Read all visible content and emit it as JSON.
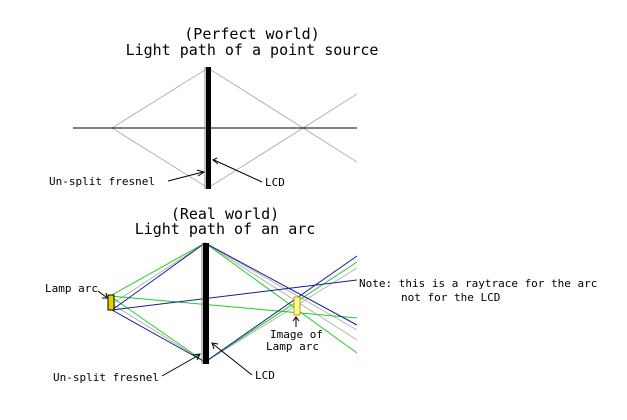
{
  "top_diagram": {
    "title_line1": "(Perfect world)",
    "title_line2": "Light path of a point source",
    "label_fresnel": "Un-split fresnel",
    "label_lcd": "LCD"
  },
  "bottom_diagram": {
    "title_line1": "(Real world)",
    "title_line2": "Light path of an arc",
    "label_lamp_arc": "Lamp arc",
    "label_image_line1": "Image of",
    "label_image_line2": "Lamp arc",
    "label_fresnel": "Un-split fresnel",
    "label_lcd": "LCD",
    "note_line1": "Note: this is a raytrace for the arc",
    "note_line2": "not for the LCD"
  },
  "colors": {
    "ray_gray": "#b4b4b4",
    "ray_green": "#22cc22",
    "ray_blue": "#1a1aa0",
    "lamp_yellow": "#e6d200",
    "ink": "#000000"
  }
}
